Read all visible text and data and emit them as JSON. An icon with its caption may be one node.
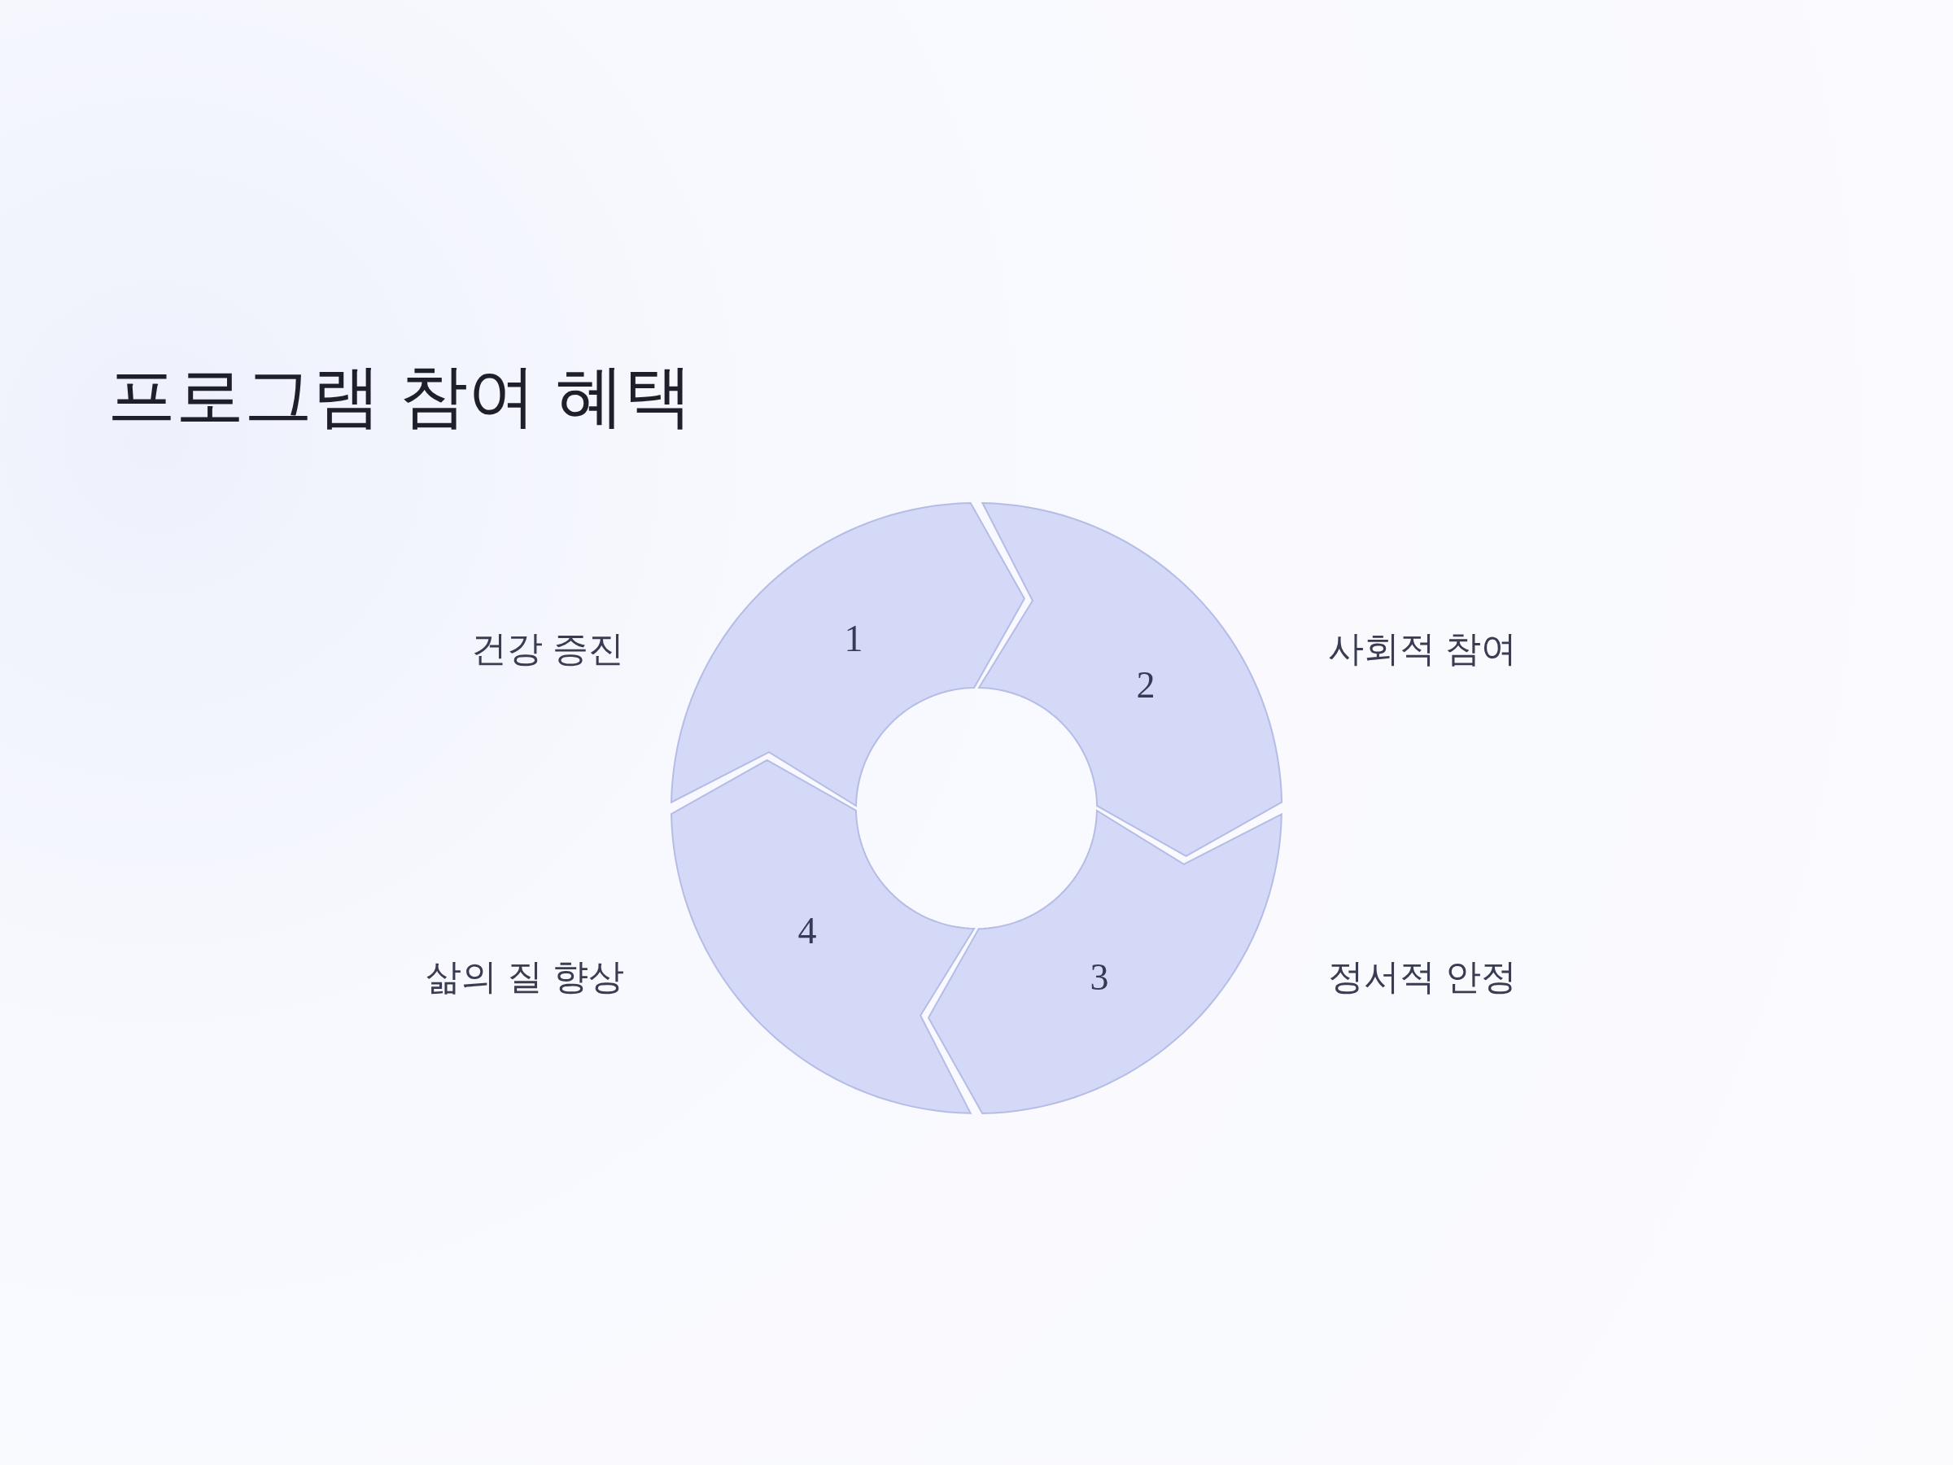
{
  "diagram": {
    "title": "프로그램 참여 혜택",
    "nodes": [
      {
        "text": [
          "1"
        ],
        "beside": [
          "건강 증진"
        ]
      },
      {
        "text": [
          "2"
        ],
        "beside": [
          "사회적 참여"
        ]
      },
      {
        "text": [
          "3"
        ],
        "beside": [
          "정서적 안정"
        ]
      },
      {
        "text": [
          "4"
        ],
        "beside": [
          "삶의 질 향상"
        ]
      }
    ]
  }
}
